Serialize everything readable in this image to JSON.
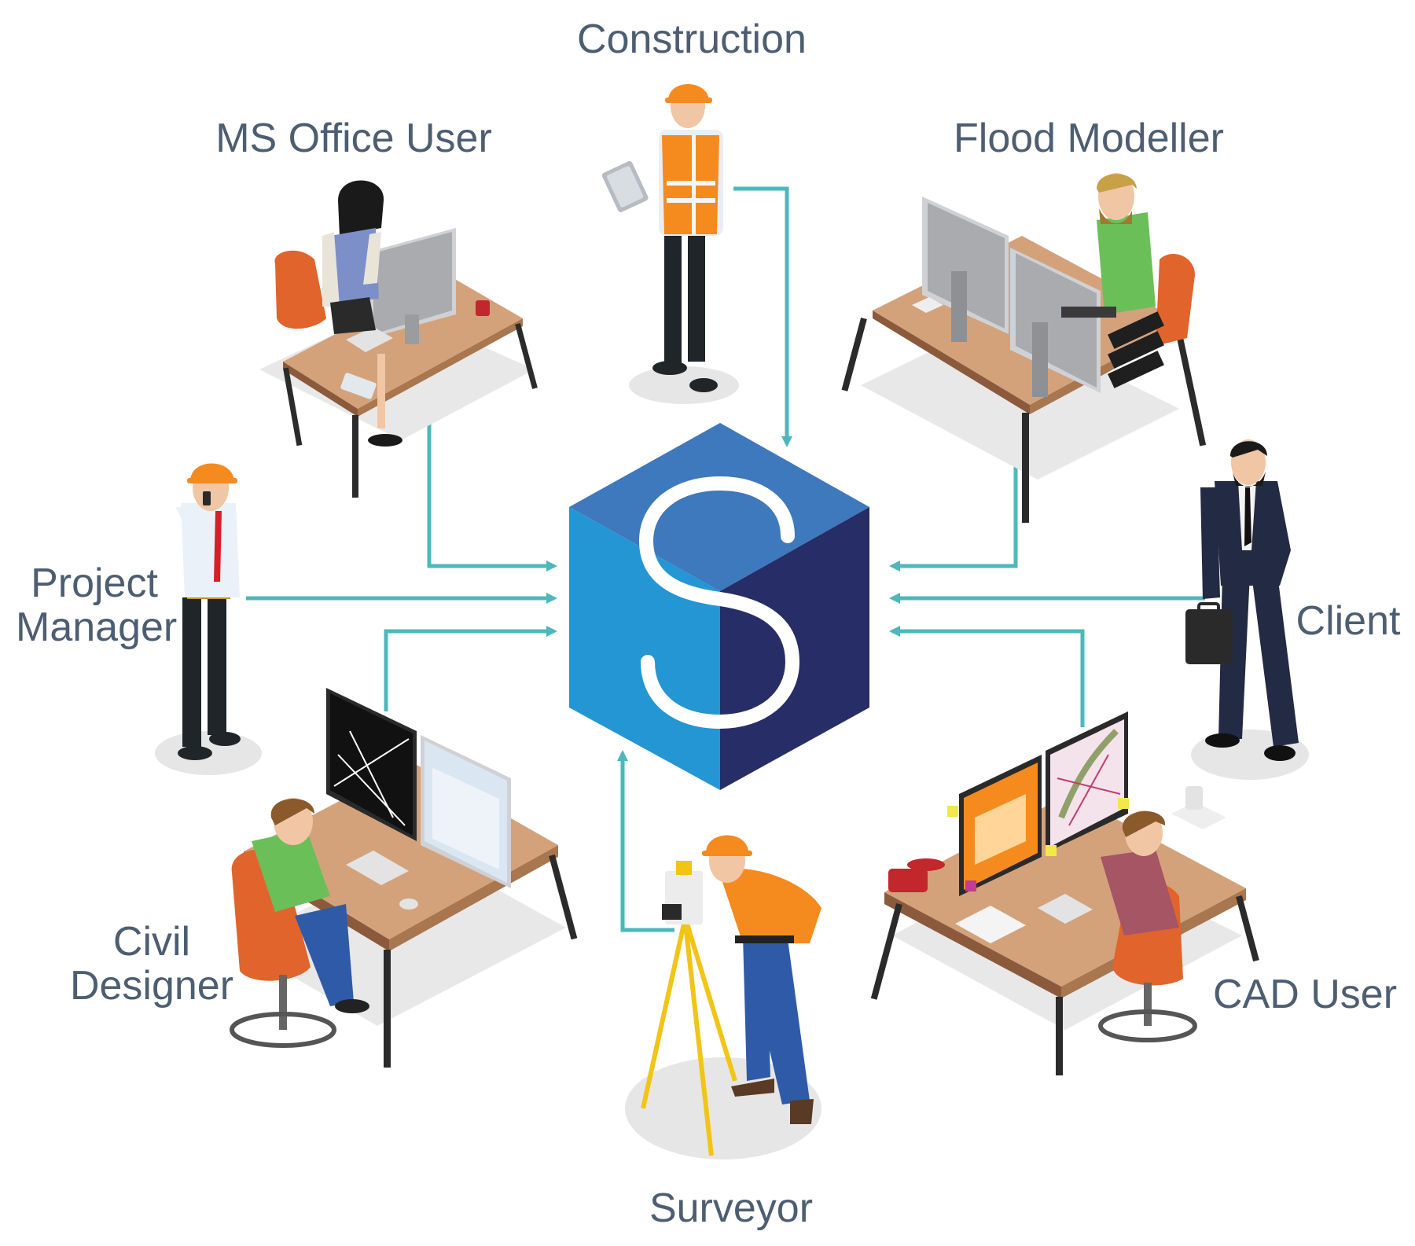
{
  "diagram": {
    "hub": {
      "letter": "S"
    },
    "roles": {
      "construction": "Construction",
      "ms_office_user": "MS Office User",
      "flood_modeller": "Flood Modeller",
      "project_manager": "Project Manager",
      "client": "Client",
      "civil_designer": "Civil Designer",
      "surveyor": "Surveyor",
      "cad_user": "CAD User"
    }
  },
  "colors": {
    "connector": "#4db8bb",
    "cube_left": "#2596d4",
    "cube_top": "#3e78bd",
    "cube_right": "#272d66",
    "label_text": "#4d5e72",
    "desk_top": "#d4a27a",
    "chair": "#e0642c",
    "hard_hat": "#f58b1f",
    "floor_shadow": "#e6e6e6"
  },
  "icons": [
    "hub-cube-icon",
    "construction-worker-icon",
    "office-user-icon",
    "flood-modeller-icon",
    "project-manager-icon",
    "client-businessman-icon",
    "civil-designer-icon",
    "surveyor-icon",
    "cad-user-icon"
  ]
}
